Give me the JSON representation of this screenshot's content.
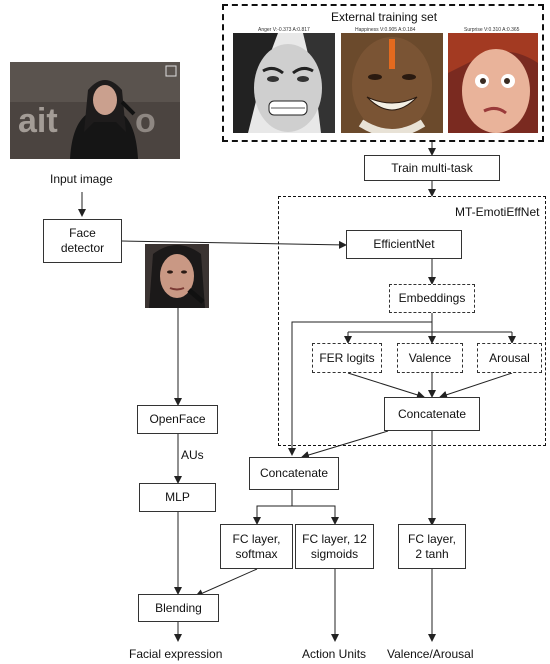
{
  "external_set": {
    "title": "External training set",
    "captions": [
      "Anger V:-0.373 A:0.817",
      "Happiness V:0.905 A:0.184",
      "Surprise V:0.310 A:0.365"
    ]
  },
  "input_image_label": "Input image",
  "group_title": "MT-EmotiEffNet",
  "nodes": {
    "train": "Train multi-task",
    "face_detector": "Face detector",
    "efficientnet": "EfficientNet",
    "embeddings": "Embeddings",
    "fer_logits": "FER logits",
    "valence": "Valence",
    "arousal": "Arousal",
    "concat_inner": "Concatenate",
    "openface": "OpenFace",
    "mlp": "MLP",
    "concat_outer": "Concatenate",
    "fc_softmax": "FC layer, softmax",
    "fc_sigmoids": "FC layer, 12 sigmoids",
    "fc_tanh": "FC layer, 2 tanh",
    "blending": "Blending"
  },
  "edge_labels": {
    "aus": "AUs"
  },
  "outputs": {
    "facial_expression": "Facial expression",
    "action_units": "Action Units",
    "valence_arousal": "Valence/Arousal"
  }
}
